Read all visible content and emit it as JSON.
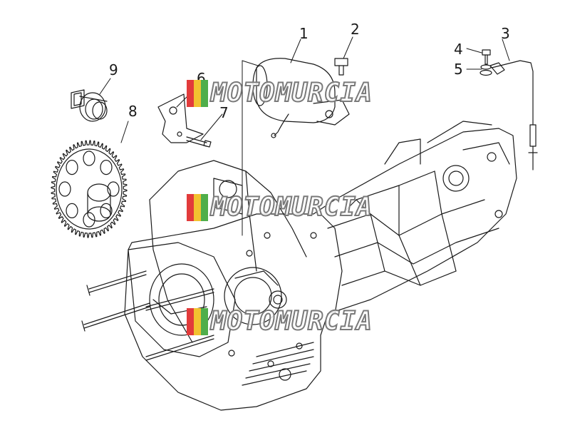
{
  "diagram": {
    "callouts": [
      {
        "id": "1",
        "label": "1"
      },
      {
        "id": "2",
        "label": "2"
      },
      {
        "id": "3",
        "label": "3"
      },
      {
        "id": "4",
        "label": "4"
      },
      {
        "id": "5",
        "label": "5"
      },
      {
        "id": "6",
        "label": "6"
      },
      {
        "id": "7",
        "label": "7"
      },
      {
        "id": "8",
        "label": "8"
      },
      {
        "id": "9",
        "label": "9"
      }
    ]
  },
  "watermark": {
    "text": "MOTOMURCIA",
    "flag_colors": [
      "#e23b3b",
      "#f2c230",
      "#4fae4a"
    ]
  },
  "colors": {
    "line": "#1a1a1a",
    "background": "#ffffff"
  }
}
